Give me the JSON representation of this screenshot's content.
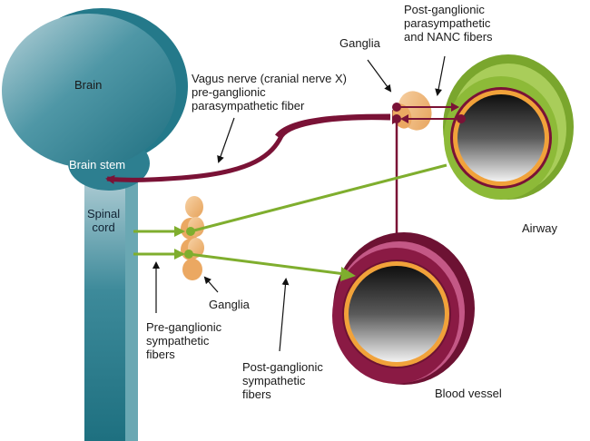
{
  "title": "Autonomic innervation of airway and blood vessel",
  "colors": {
    "teal": "#2e8393",
    "teal_light": "#a9c9d1",
    "parasympathetic": "#7a1236",
    "sympathetic": "#7fae2e",
    "ganglia": "#f0b372",
    "airway_wall": "#8dba38",
    "vessel_wall": "#8a1a44",
    "lumen_inner": "#f1a23a"
  },
  "labels": {
    "brain": "Brain",
    "brain_stem": "Brain stem",
    "spinal_cord": "Spinal\ncord",
    "vagus": "Vagus nerve (cranial nerve X)\npre-ganglionic\nparasympathetic fiber",
    "ganglia_top": "Ganglia",
    "post_para": "Post-ganglionic\nparasympathetic\nand NANC fibers",
    "airway": "Airway",
    "ganglia_bottom": "Ganglia",
    "pre_symp": "Pre-ganglionic\nsympathetic\nfibers",
    "post_symp": "Post-ganglionic\nsympathetic\nfibers",
    "blood_vessel": "Blood vessel"
  }
}
